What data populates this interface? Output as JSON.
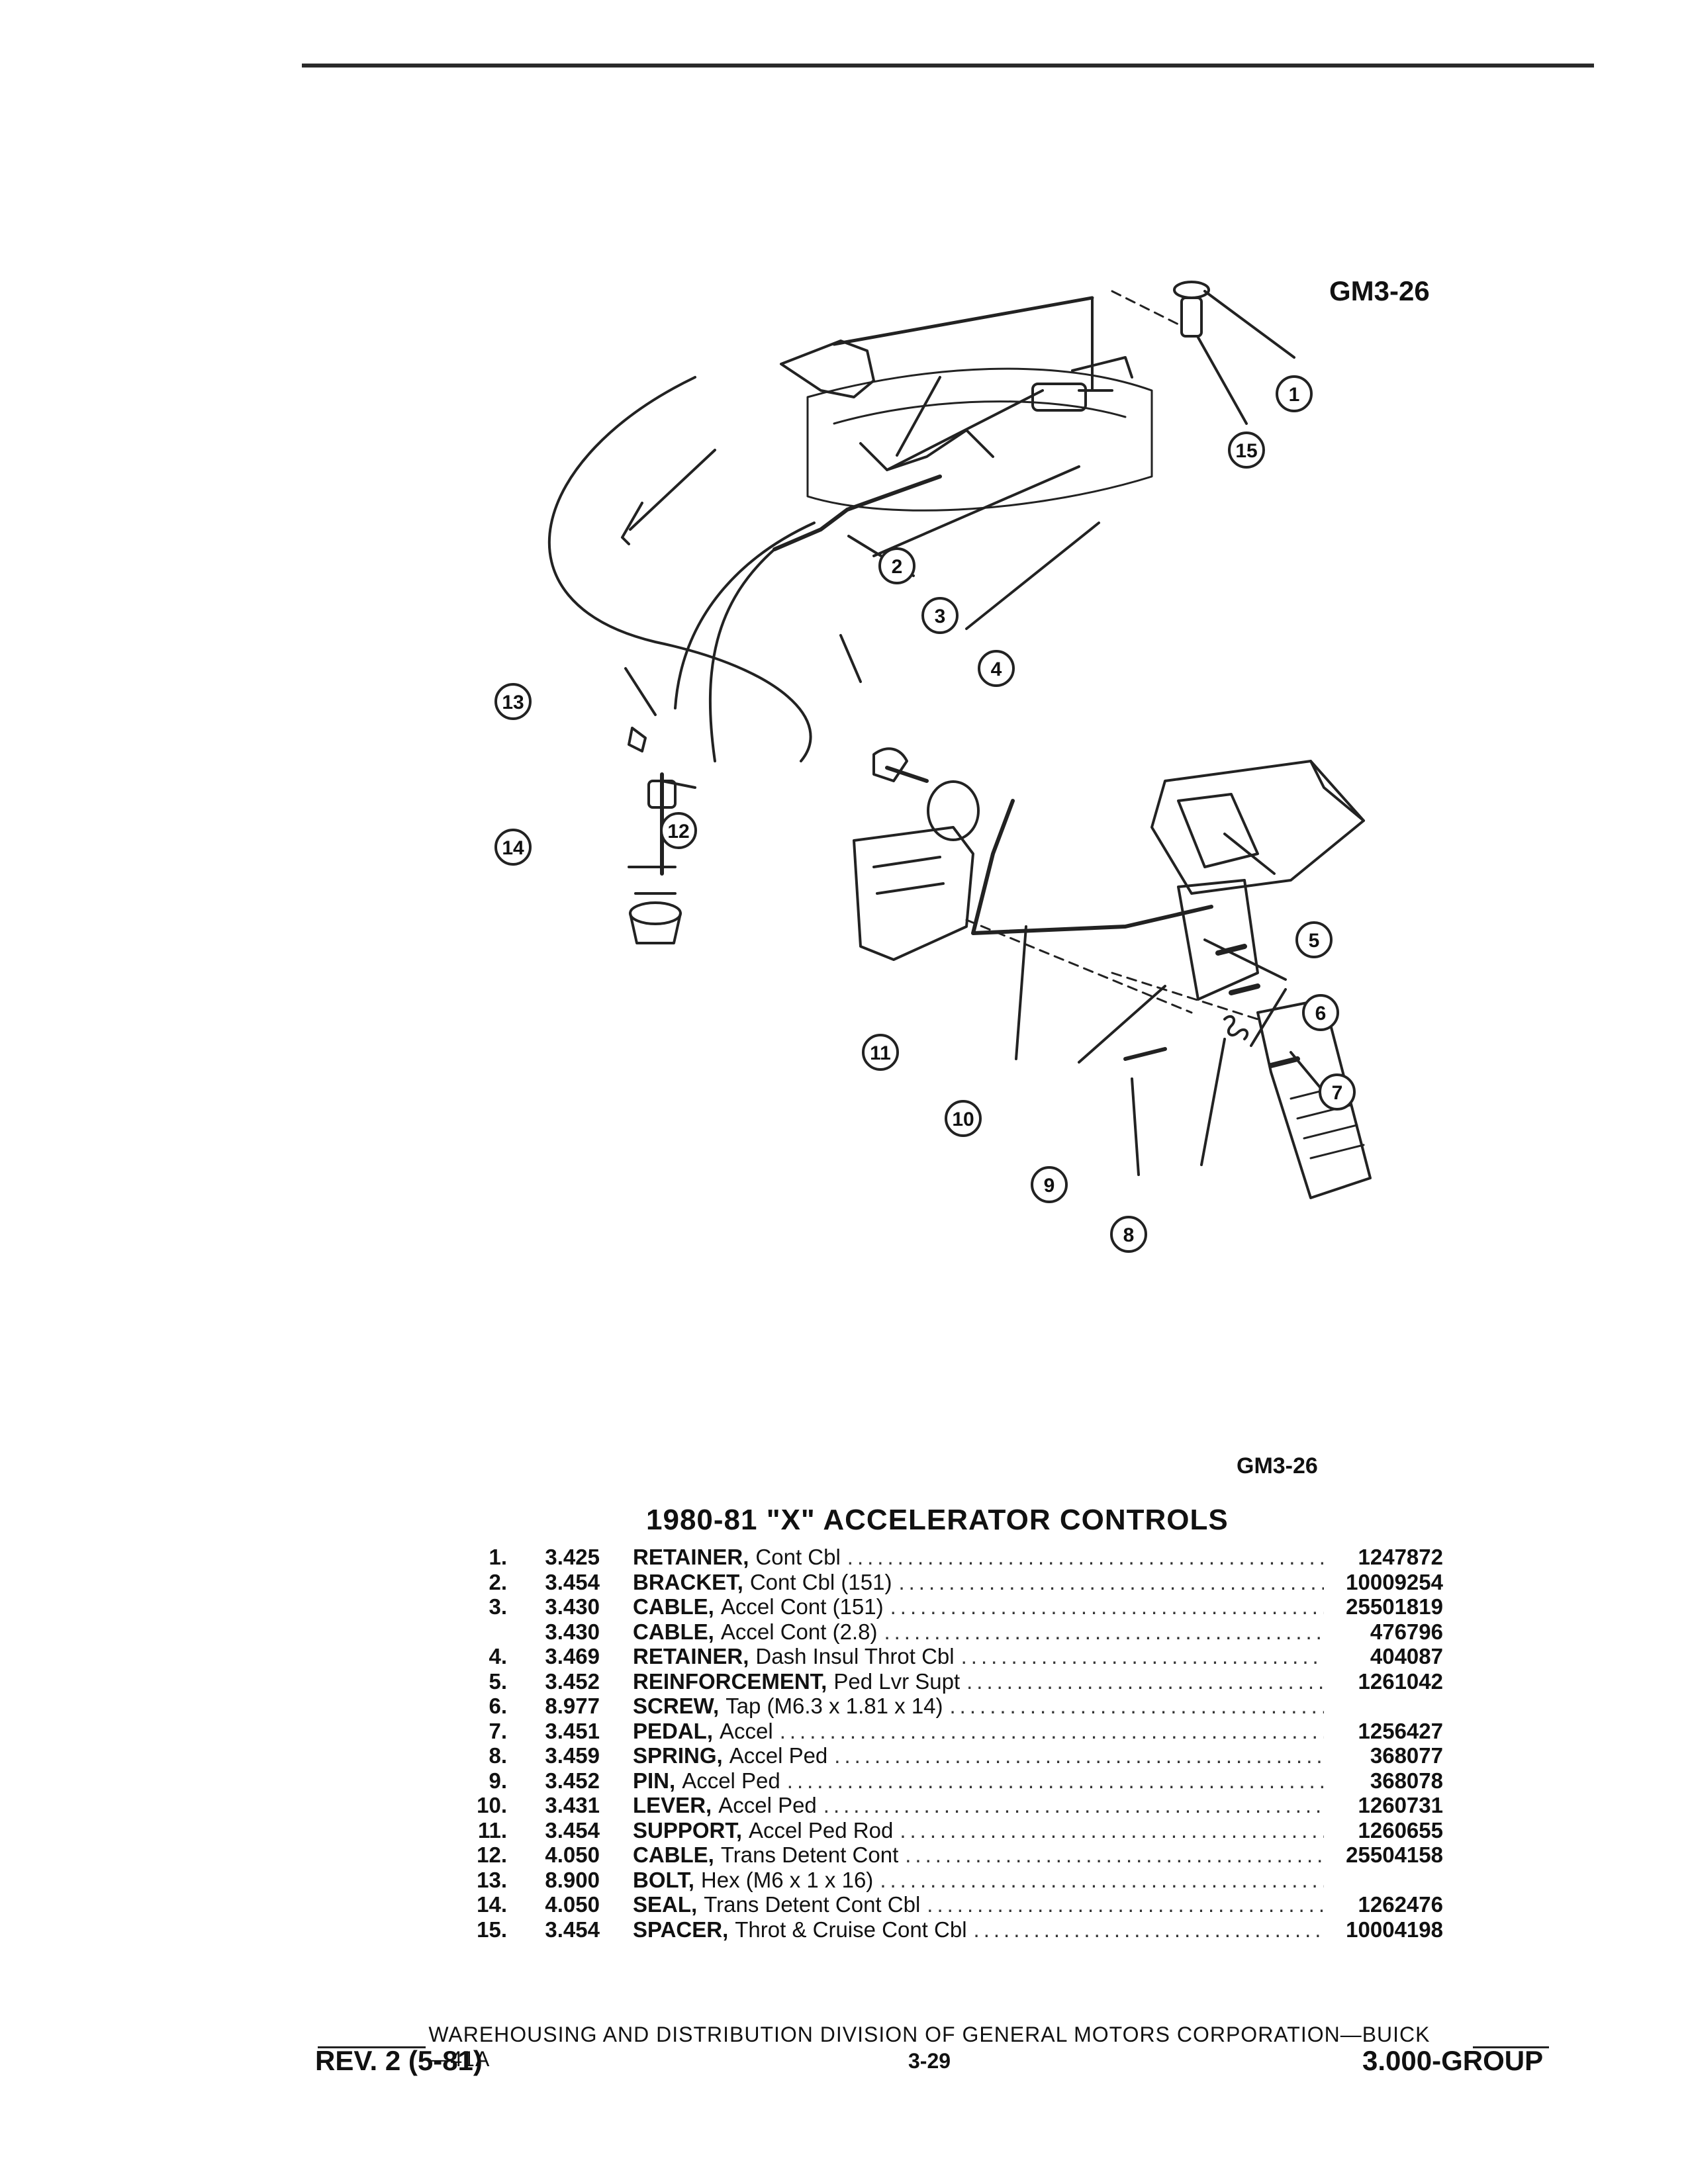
{
  "figure_id": "GM3-26",
  "figure_id_bottom": "GM3-26",
  "title": "1980-81 \"X\" ACCELERATOR CONTROLS",
  "callouts": [
    "1",
    "2",
    "3",
    "4",
    "5",
    "6",
    "7",
    "8",
    "9",
    "10",
    "11",
    "12",
    "13",
    "14",
    "15"
  ],
  "parts": [
    {
      "num": "1.",
      "group": "3.425",
      "name": "RETAINER,",
      "detail": "Cont Cbl",
      "pn": "1247872"
    },
    {
      "num": "2.",
      "group": "3.454",
      "name": "BRACKET,",
      "detail": "Cont Cbl (151)",
      "pn": "10009254"
    },
    {
      "num": "3.",
      "group": "3.430",
      "name": "CABLE,",
      "detail": "Accel Cont (151)",
      "pn": "25501819"
    },
    {
      "num": "",
      "group": "3.430",
      "name": "CABLE,",
      "detail": "Accel Cont (2.8)",
      "pn": "476796"
    },
    {
      "num": "4.",
      "group": "3.469",
      "name": "RETAINER,",
      "detail": "Dash Insul Throt Cbl",
      "pn": "404087"
    },
    {
      "num": "5.",
      "group": "3.452",
      "name": "REINFORCEMENT,",
      "detail": "Ped Lvr Supt",
      "pn": "1261042"
    },
    {
      "num": "6.",
      "group": "8.977",
      "name": "SCREW,",
      "detail": "Tap (M6.3 x 1.81 x 14)",
      "pn": ""
    },
    {
      "num": "7.",
      "group": "3.451",
      "name": "PEDAL,",
      "detail": "Accel",
      "pn": "1256427"
    },
    {
      "num": "8.",
      "group": "3.459",
      "name": "SPRING,",
      "detail": "Accel Ped",
      "pn": "368077"
    },
    {
      "num": "9.",
      "group": "3.452",
      "name": "PIN,",
      "detail": "Accel Ped",
      "pn": "368078"
    },
    {
      "num": "10.",
      "group": "3.431",
      "name": "LEVER,",
      "detail": "Accel Ped",
      "pn": "1260731"
    },
    {
      "num": "11.",
      "group": "3.454",
      "name": "SUPPORT,",
      "detail": "Accel Ped Rod",
      "pn": "1260655"
    },
    {
      "num": "12.",
      "group": "4.050",
      "name": "CABLE,",
      "detail": "Trans Detent Cont",
      "pn": "25504158"
    },
    {
      "num": "13.",
      "group": "8.900",
      "name": "BOLT,",
      "detail": "Hex (M6 x 1 x 16)",
      "pn": ""
    },
    {
      "num": "14.",
      "group": "4.050",
      "name": "SEAL,",
      "detail": "Trans Detent Cont Cbl",
      "pn": "1262476"
    },
    {
      "num": "15.",
      "group": "3.454",
      "name": "SPACER,",
      "detail": "Throt & Cruise Cont Cbl",
      "pn": "10004198"
    }
  ],
  "footer": {
    "line": "WAREHOUSING AND DISTRIBUTION  DIVISION OF GENERAL MOTORS CORPORATION—BUICK—41A",
    "rev": "REV. 2 (5-81)",
    "page": "3-29",
    "group": "3.000-GROUP"
  }
}
